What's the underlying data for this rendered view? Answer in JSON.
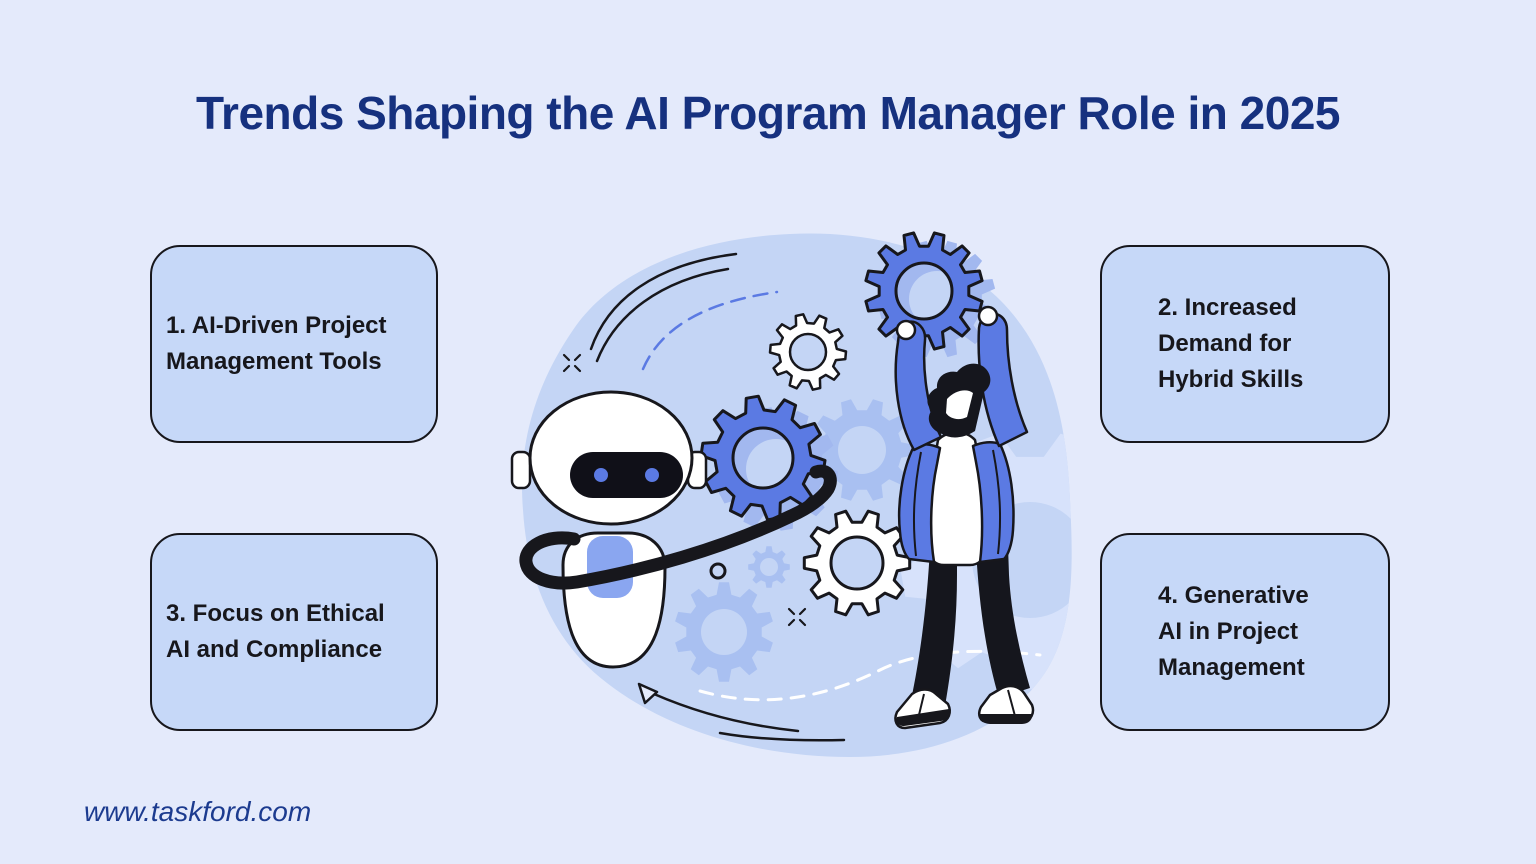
{
  "title": "Trends Shaping the AI Program Manager Role in 2025",
  "trends": [
    {
      "label": "1. AI-Driven Project\nManagement Tools"
    },
    {
      "label": "2. Increased\nDemand for\nHybrid Skills"
    },
    {
      "label": "3. Focus on Ethical\nAI and Compliance"
    },
    {
      "label": "4. Generative\nAI in Project\nManagement"
    }
  ],
  "footer": {
    "website": "www.taskford.com"
  },
  "illustration": {
    "elements": [
      "robot",
      "program-manager-person",
      "gears",
      "motion-arcs",
      "sparkles"
    ]
  },
  "colors": {
    "background": "#e4eafb",
    "blob": "#c4d5f5",
    "panel_fill": "#c6d8f8",
    "accent_blue": "#5b7ae3",
    "gear_silhouette": "#a9c0f1",
    "gear_shadow": "#a2b8ef",
    "title_navy": "#16317f",
    "url_navy": "#1c3b8f",
    "ink": "#17171c"
  }
}
